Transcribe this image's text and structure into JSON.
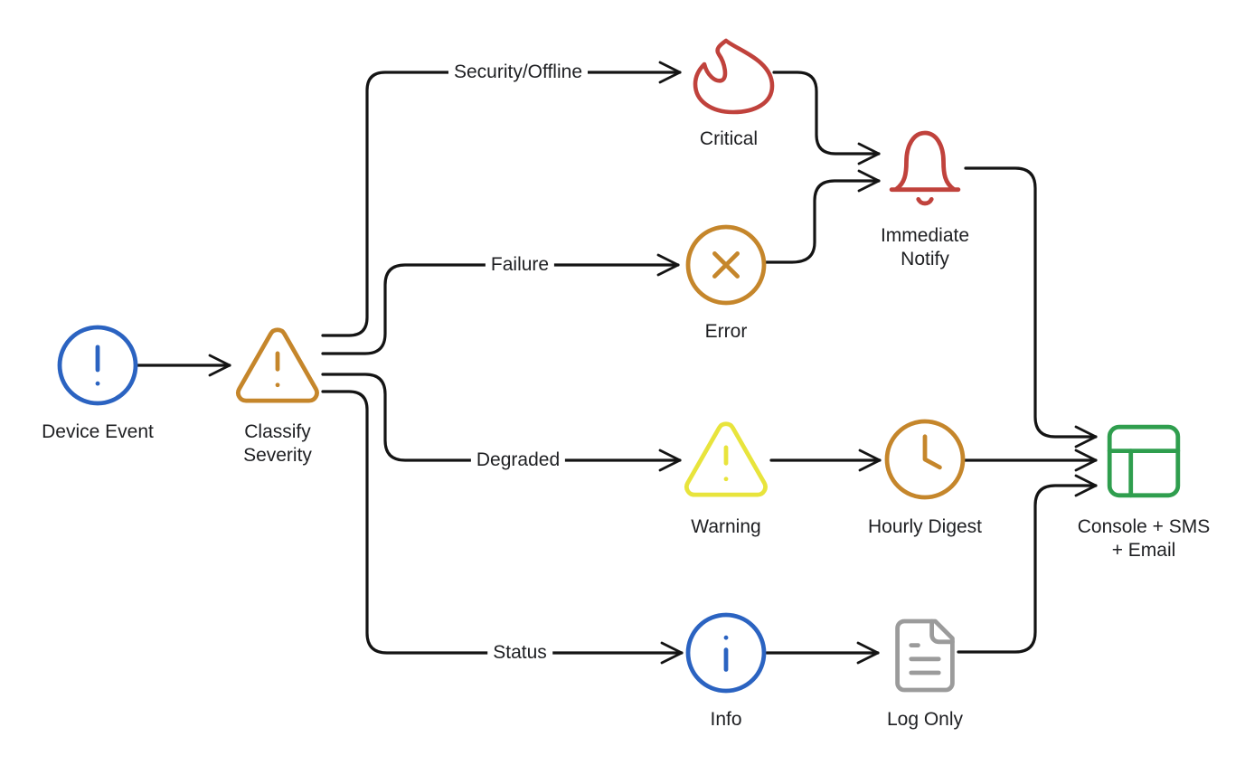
{
  "canvas": {
    "background": "#ffffff",
    "edge_color": "#141414",
    "text_color": "#1e1f22"
  },
  "nodes": [
    {
      "id": "device-event",
      "label": "Device Event",
      "icon": "alert-circle-icon",
      "color": "#2b63c1"
    },
    {
      "id": "classify-severity",
      "label": "Classify Severity",
      "icon": "alert-triangle-icon",
      "color": "#c5862b"
    },
    {
      "id": "critical",
      "label": "Critical",
      "icon": "flame-icon",
      "color": "#c0423c"
    },
    {
      "id": "error",
      "label": "Error",
      "icon": "circle-x-icon",
      "color": "#c5862b"
    },
    {
      "id": "immediate-notify",
      "label": "Immediate Notify",
      "icon": "bell-icon",
      "color": "#c0423c"
    },
    {
      "id": "warning",
      "label": "Warning",
      "icon": "alert-triangle-icon",
      "color": "#e8e43c"
    },
    {
      "id": "hourly-digest",
      "label": "Hourly Digest",
      "icon": "clock-icon",
      "color": "#c5862b"
    },
    {
      "id": "info",
      "label": "Info",
      "icon": "info-icon",
      "color": "#2b63c1"
    },
    {
      "id": "log-only",
      "label": "Log Only",
      "icon": "file-text-icon",
      "color": "#9b9b9b"
    },
    {
      "id": "console-sms-email",
      "label": "Console + SMS + Email",
      "icon": "layout-icon",
      "color": "#2f9e4e"
    }
  ],
  "edges": [
    {
      "from": "device-event",
      "to": "classify-severity",
      "label": ""
    },
    {
      "from": "classify-severity",
      "to": "critical",
      "label": "Security/Offline"
    },
    {
      "from": "classify-severity",
      "to": "error",
      "label": "Failure"
    },
    {
      "from": "classify-severity",
      "to": "warning",
      "label": "Degraded"
    },
    {
      "from": "classify-severity",
      "to": "info",
      "label": "Status"
    },
    {
      "from": "critical",
      "to": "immediate-notify",
      "label": ""
    },
    {
      "from": "error",
      "to": "immediate-notify",
      "label": ""
    },
    {
      "from": "warning",
      "to": "hourly-digest",
      "label": ""
    },
    {
      "from": "info",
      "to": "log-only",
      "label": ""
    },
    {
      "from": "immediate-notify",
      "to": "console-sms-email",
      "label": ""
    },
    {
      "from": "hourly-digest",
      "to": "console-sms-email",
      "label": ""
    },
    {
      "from": "log-only",
      "to": "console-sms-email",
      "label": ""
    }
  ]
}
